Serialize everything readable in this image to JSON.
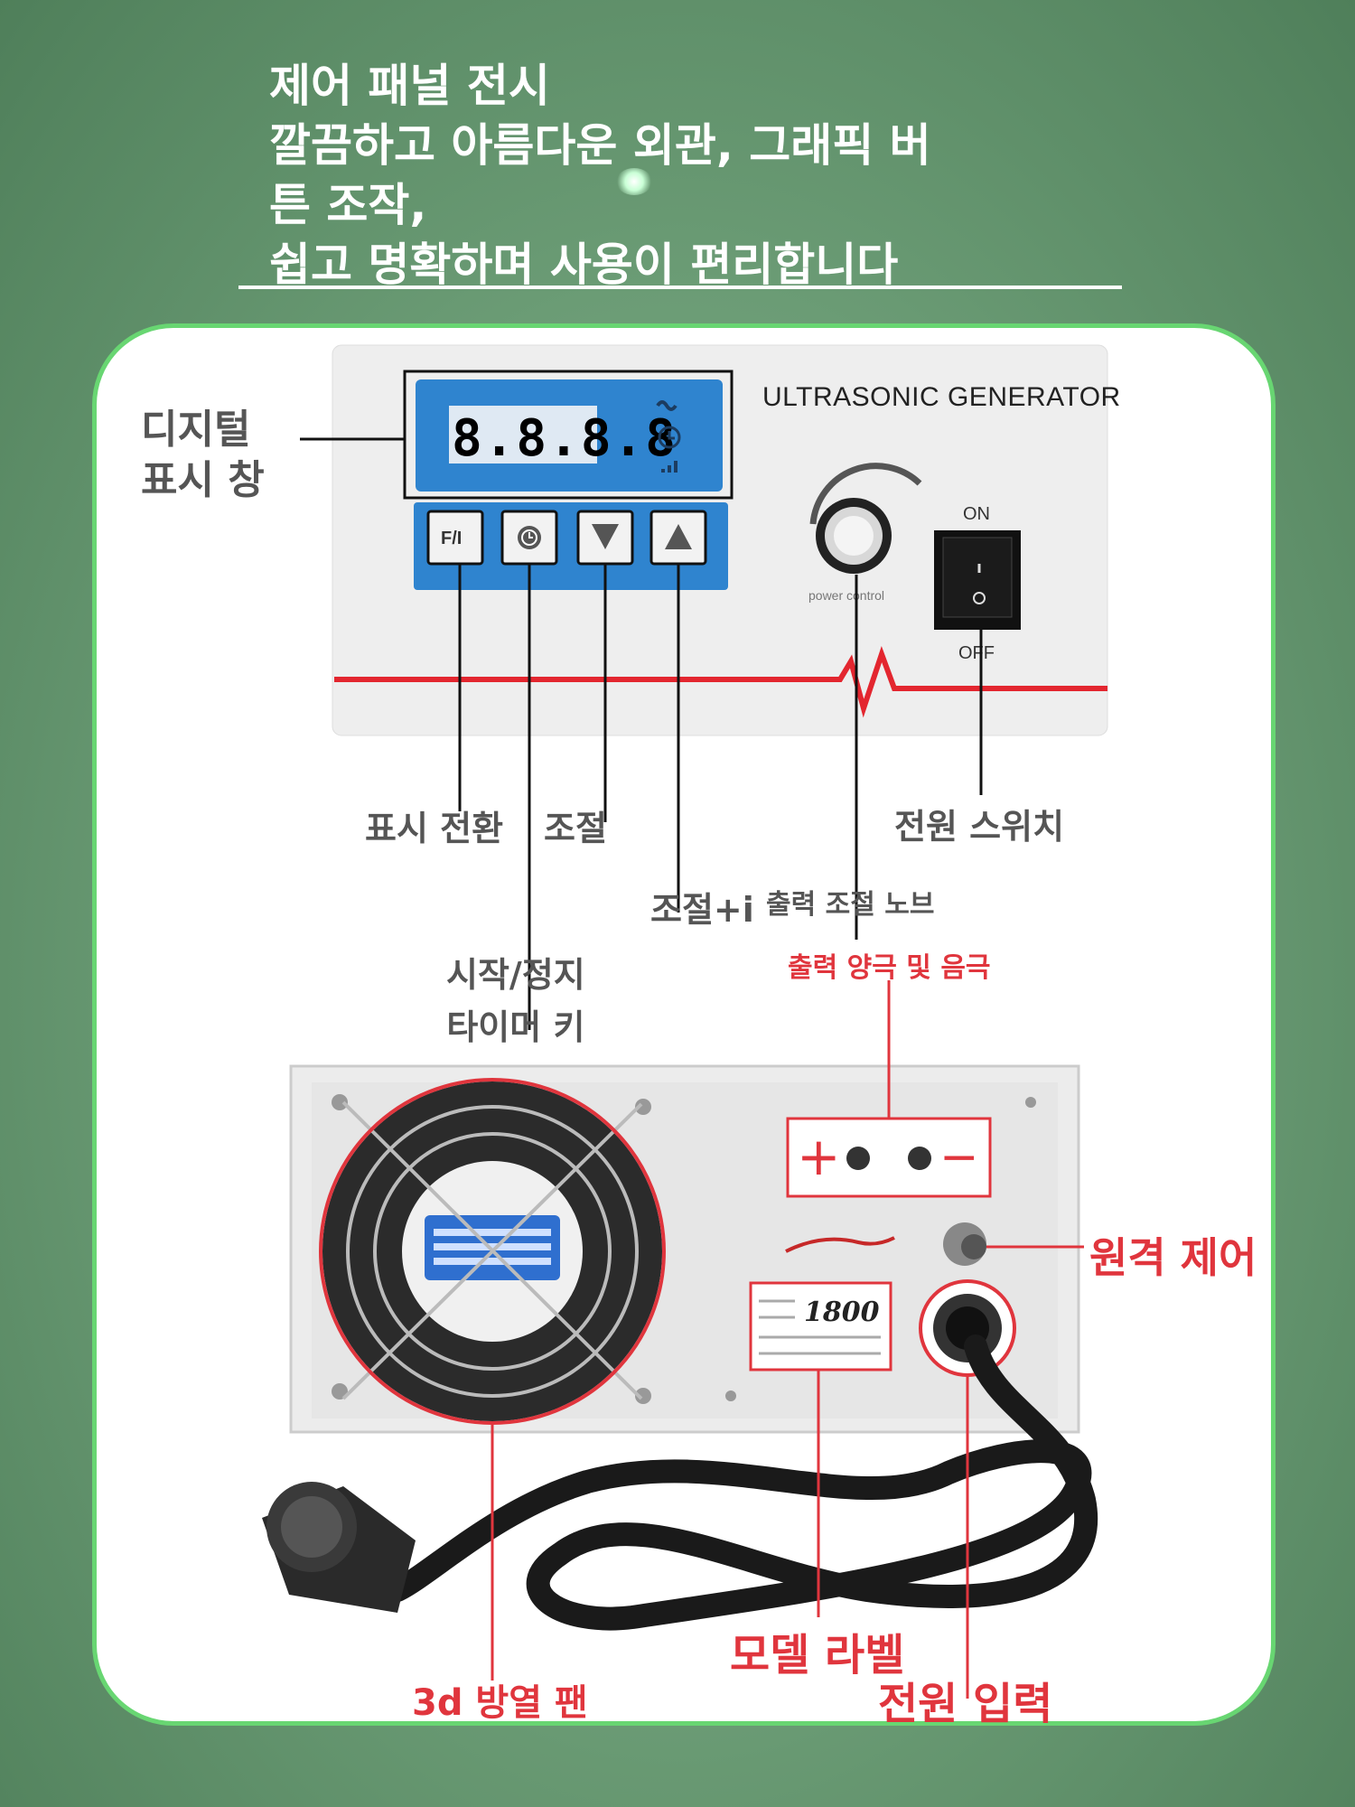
{
  "headline": {
    "line1": "제어 패널 전시",
    "line2": "깔끔하고 아름다운 외관, 그래픽 버",
    "line3": "튼 조작,",
    "line4": "쉽고 명확하며 사용이 편리합니다"
  },
  "panel": {
    "title": "ULTRASONIC GENERATOR",
    "display_value": "8.8.8.8",
    "keys": {
      "fi": "F/I"
    },
    "knob_caption": "power control",
    "switch_on": "ON",
    "switch_off": "OFF"
  },
  "callouts": {
    "digital_display": "디지털\n표시 창",
    "display_switch": "표시 전환",
    "adjust_down": "조절",
    "adjust_up": "조절+i",
    "power_knob": "출력 조절 노브",
    "power_switch": "전원 스위치",
    "start_stop_timer": "시작/정지\n타이머 키",
    "output_terminals": "출력 양극 및 음극",
    "remote_control": "원격 제어",
    "model_label": "모델 라벨",
    "power_input": "전원 입력",
    "cooling_fan": "3d 방열 팬"
  },
  "rear": {
    "terminal_plus": "+",
    "terminal_minus": "−",
    "label_number": "1800"
  },
  "colors": {
    "background": "#6e9f78",
    "card_border": "#68d672",
    "display_blue": "#2f84cf",
    "callout_red": "#e0353d",
    "red_line": "#e3262f"
  }
}
